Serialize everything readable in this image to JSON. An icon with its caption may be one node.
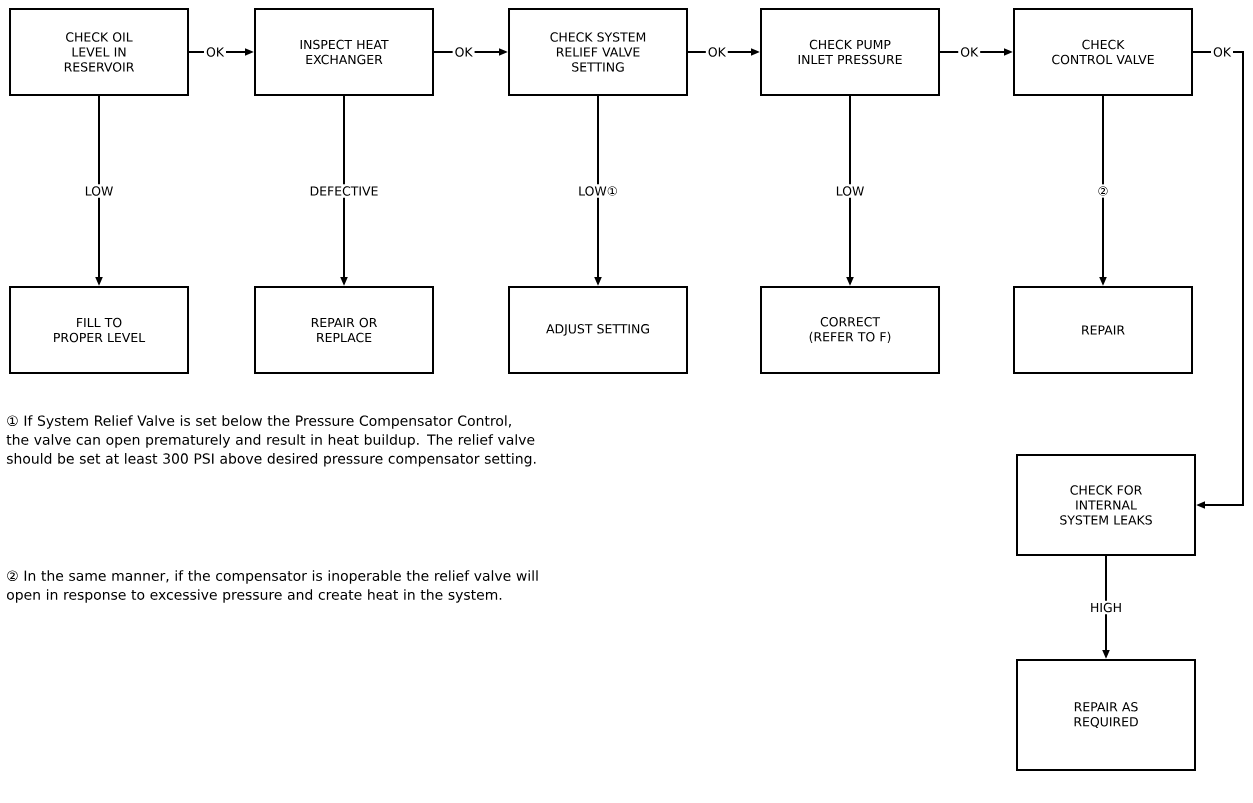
{
  "diagram": {
    "nodes": [
      {
        "text": [
          "CHECK OIL LEVEL IN RESERVOIR"
        ]
      },
      {
        "text": [
          "INSPECT HEAT EXCHANGER"
        ]
      },
      {
        "text": [
          "CHECK SYSTEM RELIEF VALVE SETTING"
        ]
      },
      {
        "text": [
          "CHECK PUMP INLET PRESSURE"
        ]
      },
      {
        "text": [
          "CHECK CONTROL VALVE"
        ]
      },
      {
        "text": [
          "FILL TO PROPER LEVEL"
        ]
      },
      {
        "text": [
          "REPAIR OR REPLACE"
        ]
      },
      {
        "text": [
          "ADJUST SETTING"
        ]
      },
      {
        "text": [
          "CORRECT (REFER TO F)"
        ]
      },
      {
        "text": [
          "REPAIR"
        ]
      },
      {
        "text": [
          "CHECK FOR INTERNAL SYSTEM LEAKS"
        ]
      },
      {
        "text": [
          "REPAIR AS REQUIRED"
        ]
      }
    ],
    "edges": [
      {
        "from": 0,
        "to": 1,
        "arrow": "to",
        "label": "OK"
      },
      {
        "from": 1,
        "to": 2,
        "arrow": "to",
        "label": "OK"
      },
      {
        "from": 2,
        "to": 3,
        "arrow": "to",
        "label": "OK"
      },
      {
        "from": 3,
        "to": 4,
        "arrow": "to",
        "label": "OK"
      },
      {
        "from": 4,
        "to": 10,
        "arrow": "to",
        "label": "OK"
      },
      {
        "from": 0,
        "to": 5,
        "arrow": "to",
        "label": "LOW"
      },
      {
        "from": 1,
        "to": 6,
        "arrow": "to",
        "label": "DEFECTIVE"
      },
      {
        "from": 2,
        "to": 7,
        "arrow": "to",
        "label": "LOW①"
      },
      {
        "from": 3,
        "to": 8,
        "arrow": "to",
        "label": "LOW"
      },
      {
        "from": 4,
        "to": 9,
        "arrow": "to",
        "label": "②"
      },
      {
        "from": 10,
        "to": 11,
        "arrow": "to",
        "label": "HIGH"
      }
    ],
    "labels": [
      "① If System Relief Valve is set below the Pressure Compensator Control, the valve can open prematurely and result in heat buildup. The relief valve should be set at least 300 PSI above desired pressure compensator setting.",
      "② In the same manner, if the compensator is inoperable the relief valve will open in response to excessive pressure and create heat in the system."
    ]
  }
}
